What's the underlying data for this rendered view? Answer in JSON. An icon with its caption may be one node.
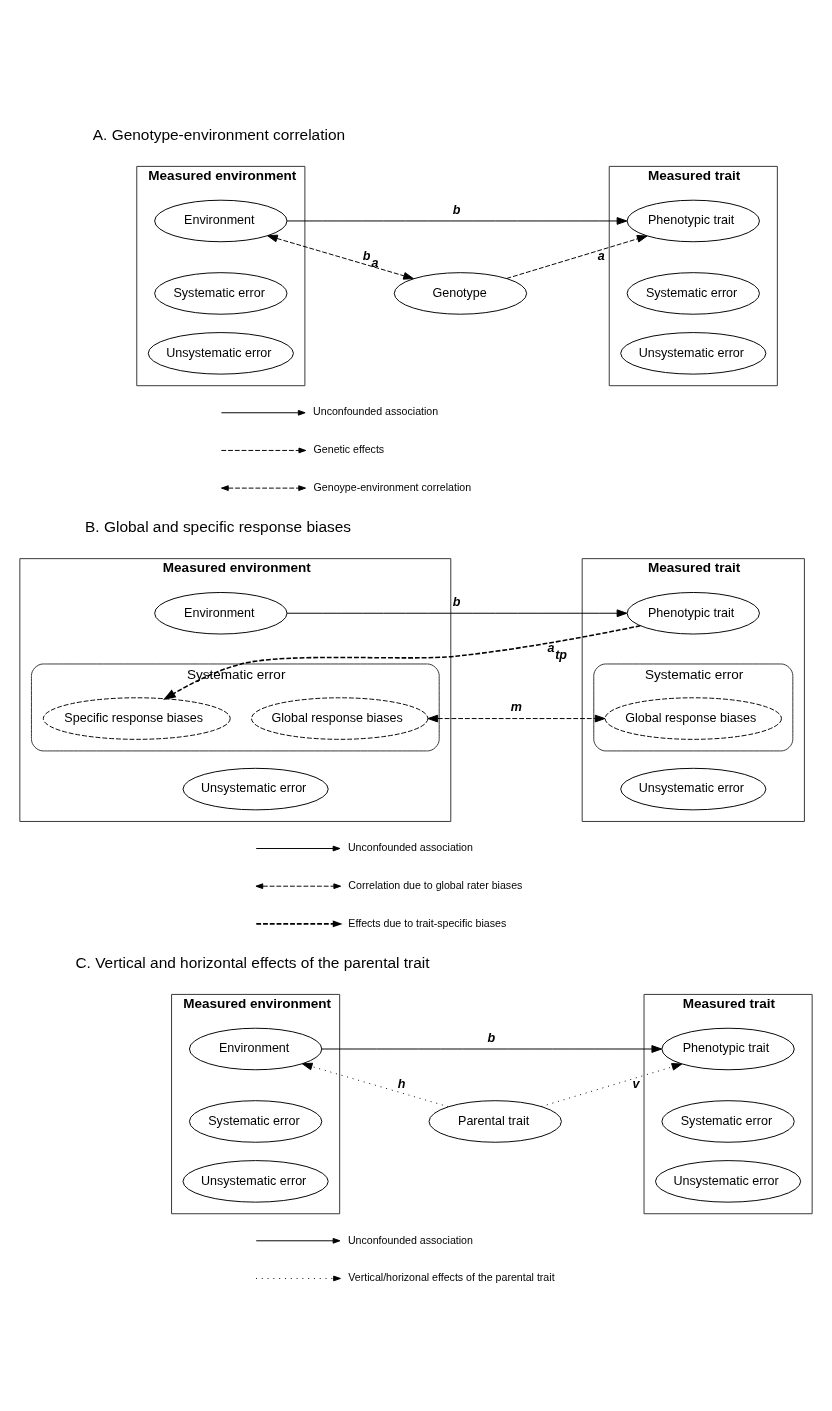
{
  "diagram": {
    "nodes": [
      {
        "text": [
          "Measured environment"
        ]
      },
      {
        "text": [
          "Environment"
        ],
        "in": 0
      },
      {
        "text": [
          "Systematic error"
        ],
        "in": 0
      },
      {
        "text": [
          "Unsystematic error"
        ],
        "in": 0
      },
      {
        "text": [
          "Measured trait"
        ]
      },
      {
        "text": [
          "Phenotypic trait"
        ],
        "in": 4
      },
      {
        "text": [
          "Systematic error"
        ],
        "in": 4
      },
      {
        "text": [
          "Unsystematic error"
        ],
        "in": 4
      },
      {
        "text": [
          "Genotype"
        ]
      },
      {
        "text": [
          "Measured environment"
        ]
      },
      {
        "text": [
          "Environment"
        ],
        "in": 9
      },
      {
        "text": [
          "Systematic error"
        ],
        "in": 9
      },
      {
        "text": [
          "Specific response biases"
        ],
        "in": 11
      },
      {
        "text": [
          "Global response biases"
        ],
        "in": 11
      },
      {
        "text": [
          "Unsystematic error"
        ],
        "in": 9
      },
      {
        "text": [
          "Measured trait"
        ]
      },
      {
        "text": [
          "Phenotypic trait"
        ],
        "in": 15
      },
      {
        "text": [
          "Systematic error"
        ],
        "in": 15
      },
      {
        "text": [
          "Global response biases"
        ],
        "in": 17
      },
      {
        "text": [
          "Unsystematic error"
        ],
        "in": 15
      },
      {
        "text": [
          "Measured environment"
        ]
      },
      {
        "text": [
          "Environment"
        ],
        "in": 20
      },
      {
        "text": [
          "Systematic error"
        ],
        "in": 20
      },
      {
        "text": [
          "Unsystematic error"
        ],
        "in": 20
      },
      {
        "text": [
          "Measured trait"
        ]
      },
      {
        "text": [
          "Phenotypic trait"
        ],
        "in": 24
      },
      {
        "text": [
          "Systematic error"
        ],
        "in": 24
      },
      {
        "text": [
          "Unsystematic error"
        ],
        "in": 24
      },
      {
        "text": [
          "Parental trait"
        ]
      }
    ],
    "edges": [
      {
        "from": 1,
        "to": 5,
        "arrow": "to",
        "label": "b"
      },
      {
        "from": 1,
        "to": 8,
        "arrow": "both",
        "label": "b$_{a}$",
        "style": "dashed"
      },
      {
        "from": 8,
        "to": 5,
        "arrow": "to",
        "label": "a",
        "style": "dashed"
      },
      {
        "from": 10,
        "to": 16,
        "arrow": "to",
        "label": "b"
      },
      {
        "from": 16,
        "to": 12,
        "arrow": "to",
        "label": "a$_{tp}$",
        "style": "dashed"
      },
      {
        "from": 13,
        "to": 18,
        "arrow": "both",
        "label": "m",
        "style": "dashed"
      },
      {
        "from": 21,
        "to": 25,
        "arrow": "to",
        "label": "b"
      },
      {
        "from": 28,
        "to": 21,
        "arrow": "to",
        "label": "h",
        "style": "dashed"
      },
      {
        "from": 28,
        "to": 25,
        "arrow": "to",
        "label": "v",
        "style": "dashed"
      }
    ],
    "labels": [
      "A. Genotype-environment correlation",
      "B. Global and specific response biases",
      "C. Vertical and horizontal effects of the parental trait"
    ],
    "legend": [
      {
        "text": "Unconfounded association"
      },
      {
        "text": "Genetic effects"
      },
      {
        "text": "Genoype-environment correlation"
      },
      {
        "text": "Unconfounded association"
      },
      {
        "text": "Correlation due to global rater biases"
      },
      {
        "text": "Effects due to trait-specific biases"
      },
      {
        "text": "Unconfounded association"
      },
      {
        "text": "Vertical/horizonal effects of the parental trait"
      }
    ]
  }
}
